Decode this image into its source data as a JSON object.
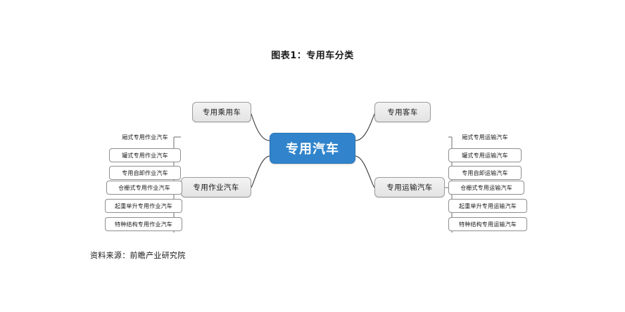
{
  "figure": {
    "title": "图表1：专用车分类",
    "source": "资料来源：前瞻产业研究院"
  },
  "chart_data": {
    "type": "diagram",
    "diagram_type": "mind-map",
    "title": "图表1：专用车分类",
    "root": "专用汽车",
    "root_color": "#3184cc",
    "branch_color": "#e8e8e8",
    "leaf_color": "#ffffff",
    "branches": [
      {
        "label": "专用乘用车",
        "position": "top-left",
        "children": []
      },
      {
        "label": "专用客车",
        "position": "top-right",
        "children": []
      },
      {
        "label": "专用作业汽车",
        "position": "bottom-left",
        "children": [
          "厢式专用作业汽车",
          "罐式专用作业汽车",
          "专用自卸作业汽车",
          "仓栅式专用作业汽车",
          "起重举升专用作业汽车",
          "特种结构专用作业汽车"
        ]
      },
      {
        "label": "专用运输汽车",
        "position": "bottom-right",
        "children": [
          "厢式专用运输汽车",
          "罐式专用运输汽车",
          "专用自卸运输汽车",
          "仓栅式专用运输汽车",
          "起重举升专用运输汽车",
          "特种结构专用运输汽车"
        ]
      }
    ]
  }
}
